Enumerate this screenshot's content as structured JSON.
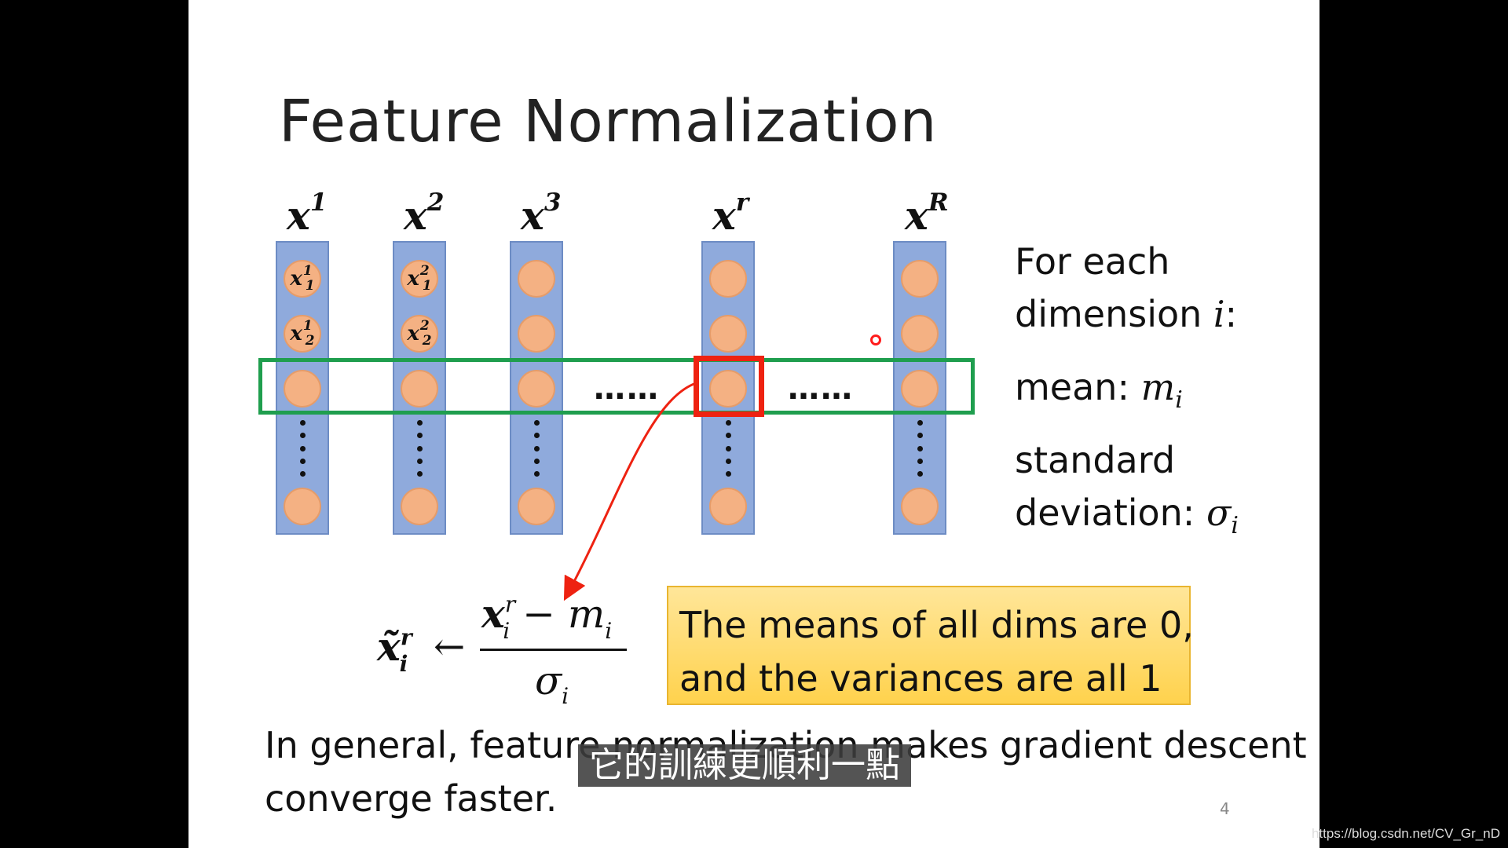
{
  "slide": {
    "title": "Feature Normalization",
    "columns": [
      {
        "header_base": "x",
        "header_sup": "1",
        "labels": [
          {
            "sup": "1",
            "sub": "1"
          },
          {
            "sup": "1",
            "sub": "2"
          }
        ]
      },
      {
        "header_base": "x",
        "header_sup": "2",
        "labels": [
          {
            "sup": "2",
            "sub": "1"
          },
          {
            "sup": "2",
            "sub": "2"
          }
        ]
      },
      {
        "header_base": "x",
        "header_sup": "3",
        "labels": []
      },
      {
        "header_base": "x",
        "header_sup": "r",
        "labels": []
      },
      {
        "header_base": "x",
        "header_sup": "R",
        "labels": []
      }
    ],
    "node_base": "x",
    "hdots": [
      "……",
      "……"
    ],
    "side_text": {
      "line1": "For each",
      "line2_text": "dimension ",
      "line2_var": "i",
      "line2_end": ":",
      "line3_text": "mean: ",
      "line3_var": "m",
      "line3_sub": "i",
      "line4": "standard",
      "line5_text": "deviation: ",
      "line5_var": "σ",
      "line5_sub": "i"
    },
    "formula": {
      "lhs_base": "x̃",
      "lhs_sup": "r",
      "lhs_sub": "i",
      "arrow": "←",
      "num_x": "x",
      "num_sup": "r",
      "num_sub": "i",
      "num_minus": " − ",
      "num_m": "m",
      "num_m_sub": "i",
      "den": "σ",
      "den_sub": "i"
    },
    "callout": {
      "line1": "The means of all dims are 0,",
      "line2": "and the variances are all 1"
    },
    "bottom_text": {
      "line1": "In general, feature normalization makes gradient descent",
      "line2": "converge faster."
    },
    "page_number": "4"
  },
  "subtitle": "它的訓練更順利一點",
  "watermark": "https://blog.csdn.net/CV_Gr_nD",
  "colors": {
    "column_fill": "#8faadc",
    "node_fill": "#f4b183",
    "green_box": "#1f9e4e",
    "red_box": "#ee2211",
    "callout_fill": "#ffd966"
  }
}
